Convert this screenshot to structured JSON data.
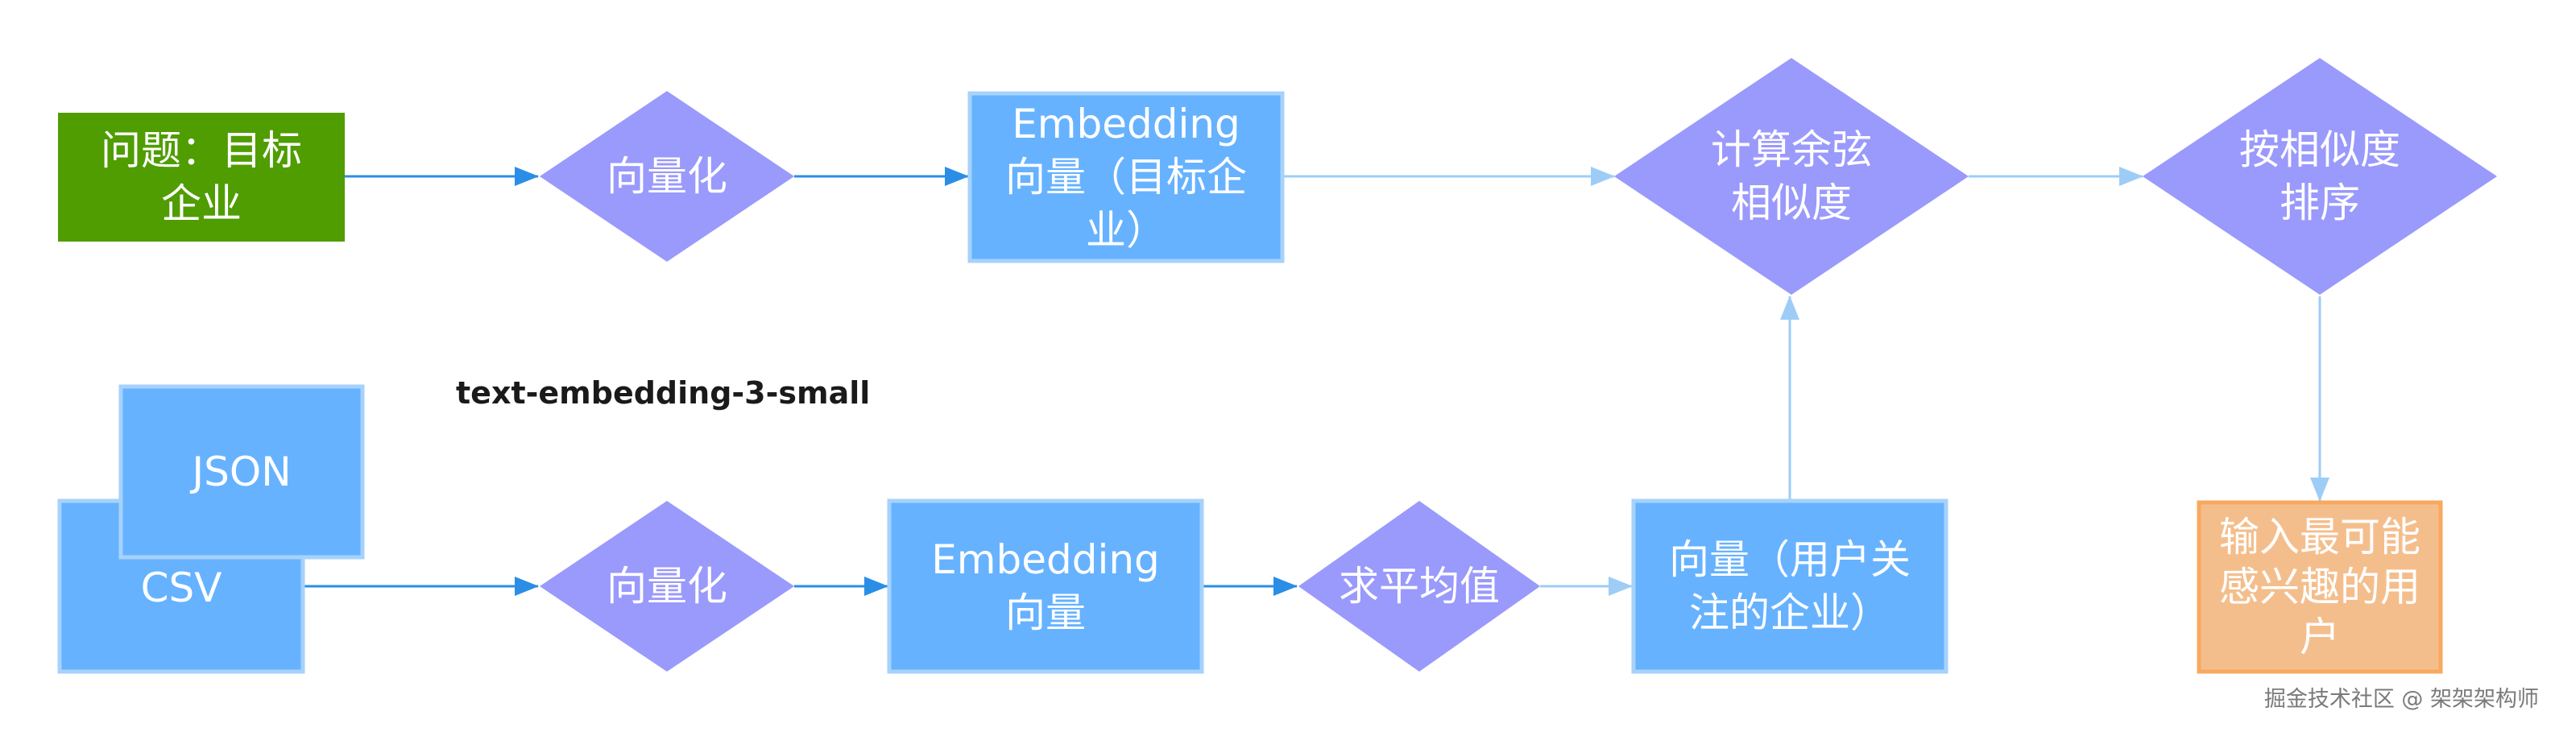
{
  "colors": {
    "green": "#4f9d00",
    "blue_box": "#66b2ff",
    "blue_box_border": "#a6d2fb",
    "diamond": "#9a99fc",
    "orange": "#f4be8c",
    "orange_border": "#f8a95e",
    "arrow_dark": "#2b8ee6",
    "arrow_light": "#9dcdf7",
    "text": "#ffffff"
  },
  "nodes": {
    "question": "问题：目标企业",
    "vectorize_top": "向量化",
    "embedding_target": "Embedding 向量（目标企业）",
    "cosine": "计算余弦相似度",
    "sort": "按相似度排序",
    "json": "JSON",
    "csv": "CSV",
    "vectorize_bottom": "向量化",
    "embedding_bottom": "Embedding 向量",
    "average": "求平均值",
    "user_vector": "向量（用户关注的企业）",
    "output": "输入最可能感兴趣的用户"
  },
  "caption": "text-embedding-3-small",
  "watermark": "掘金技术社区 @ 架架架构师"
}
